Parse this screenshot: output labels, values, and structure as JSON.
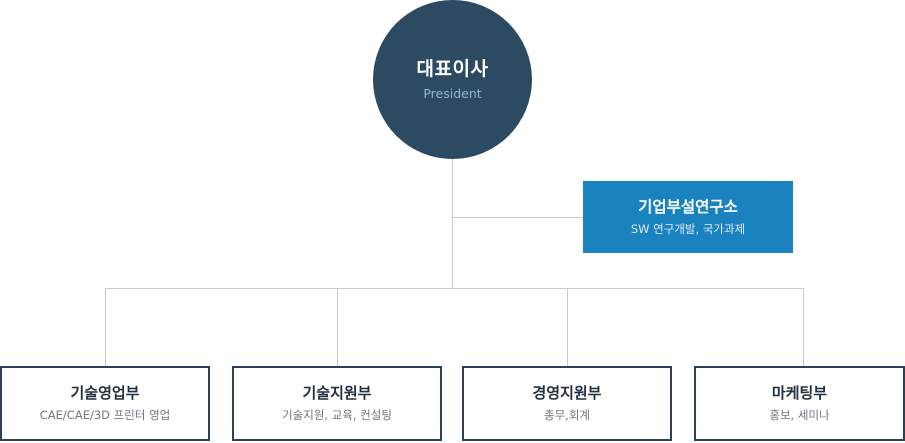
{
  "chart": {
    "type": "org-chart",
    "background_color": "#ffffff",
    "connector_color": "#c9c9c9",
    "root": {
      "title": "대표이사",
      "subtitle": "President",
      "shape": "circle",
      "fill_color": "#2d4a63",
      "title_color": "#ffffff",
      "subtitle_color": "#8fb8d0"
    },
    "staff_unit": {
      "title": "기업부설연구소",
      "subtitle": "SW 연구개발, 국가과제",
      "shape": "rectangle",
      "fill_color": "#1b82c0",
      "title_color": "#ffffff",
      "subtitle_color": "#dceaf5"
    },
    "departments": [
      {
        "title": "기술영업부",
        "subtitle": "CAE/CAE/3D 프린터 영업",
        "border_color": "#2c4055",
        "fill_color": "#ffffff"
      },
      {
        "title": "기술지원부",
        "subtitle": "기술지원, 교육, 컨설팅",
        "border_color": "#2c4055",
        "fill_color": "#ffffff"
      },
      {
        "title": "경영지원부",
        "subtitle": "총무,회계",
        "border_color": "#2c4055",
        "fill_color": "#ffffff"
      },
      {
        "title": "마케팅부",
        "subtitle": "홍보, 세미나",
        "border_color": "#2c4055",
        "fill_color": "#ffffff"
      }
    ]
  }
}
